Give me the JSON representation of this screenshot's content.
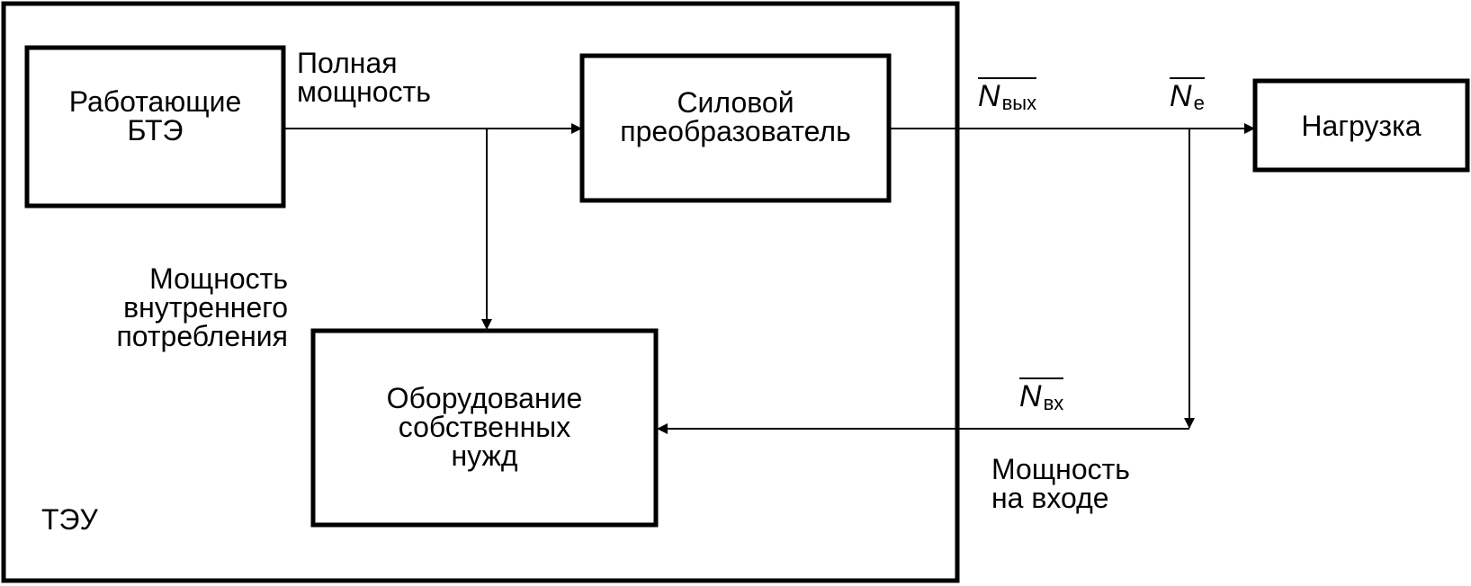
{
  "blocks": {
    "fuel_cells": "Работающие\nБТЭ",
    "power_converter": "Силовой\nпреобразователь",
    "auxiliary_equipment": "Оборудование\nсобственных\nнужд",
    "load": "Нагрузка"
  },
  "labels": {
    "full_power": "Полная\nмощность",
    "internal_consumption": "Мощность\nвнутреннего\nпотребления",
    "input_power": "Мощность\nна входе",
    "system": "ТЭУ"
  },
  "symbols": {
    "n_out": {
      "main": "N",
      "sub": "вых"
    },
    "n_e": {
      "main": "N",
      "sub": "е"
    },
    "n_in": {
      "main": "N",
      "sub": "вх"
    }
  }
}
